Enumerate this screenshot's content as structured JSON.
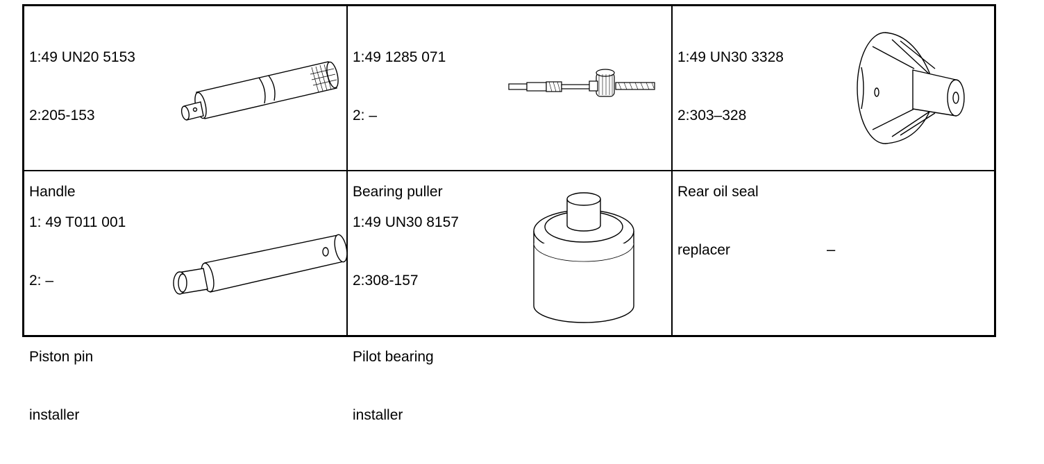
{
  "tools": [
    {
      "line1": "1:49 UN20 5153",
      "line2": "2:205-153",
      "name_lines": [
        "Handle"
      ],
      "icon": "handle-tool-icon"
    },
    {
      "line1": "1:49 1285 071",
      "line2": "2: –",
      "name_lines": [
        "Bearing puller"
      ],
      "icon": "bearing-puller-icon"
    },
    {
      "line1": "1:49 UN30 3328",
      "line2": "2:303–328",
      "name_lines": [
        "Rear oil seal",
        "replacer"
      ],
      "icon": "rear-oil-seal-replacer-icon"
    },
    {
      "line1": "1: 49 T011 001",
      "line2": "2: –",
      "name_lines": [
        "Piston pin",
        "installer"
      ],
      "icon": "piston-pin-installer-icon"
    },
    {
      "line1": "1:49 UN30 8157",
      "line2": "2:308-157",
      "name_lines": [
        "Pilot bearing",
        "installer"
      ],
      "icon": "pilot-bearing-installer-icon"
    }
  ],
  "empty_cell": {
    "text": "–"
  }
}
